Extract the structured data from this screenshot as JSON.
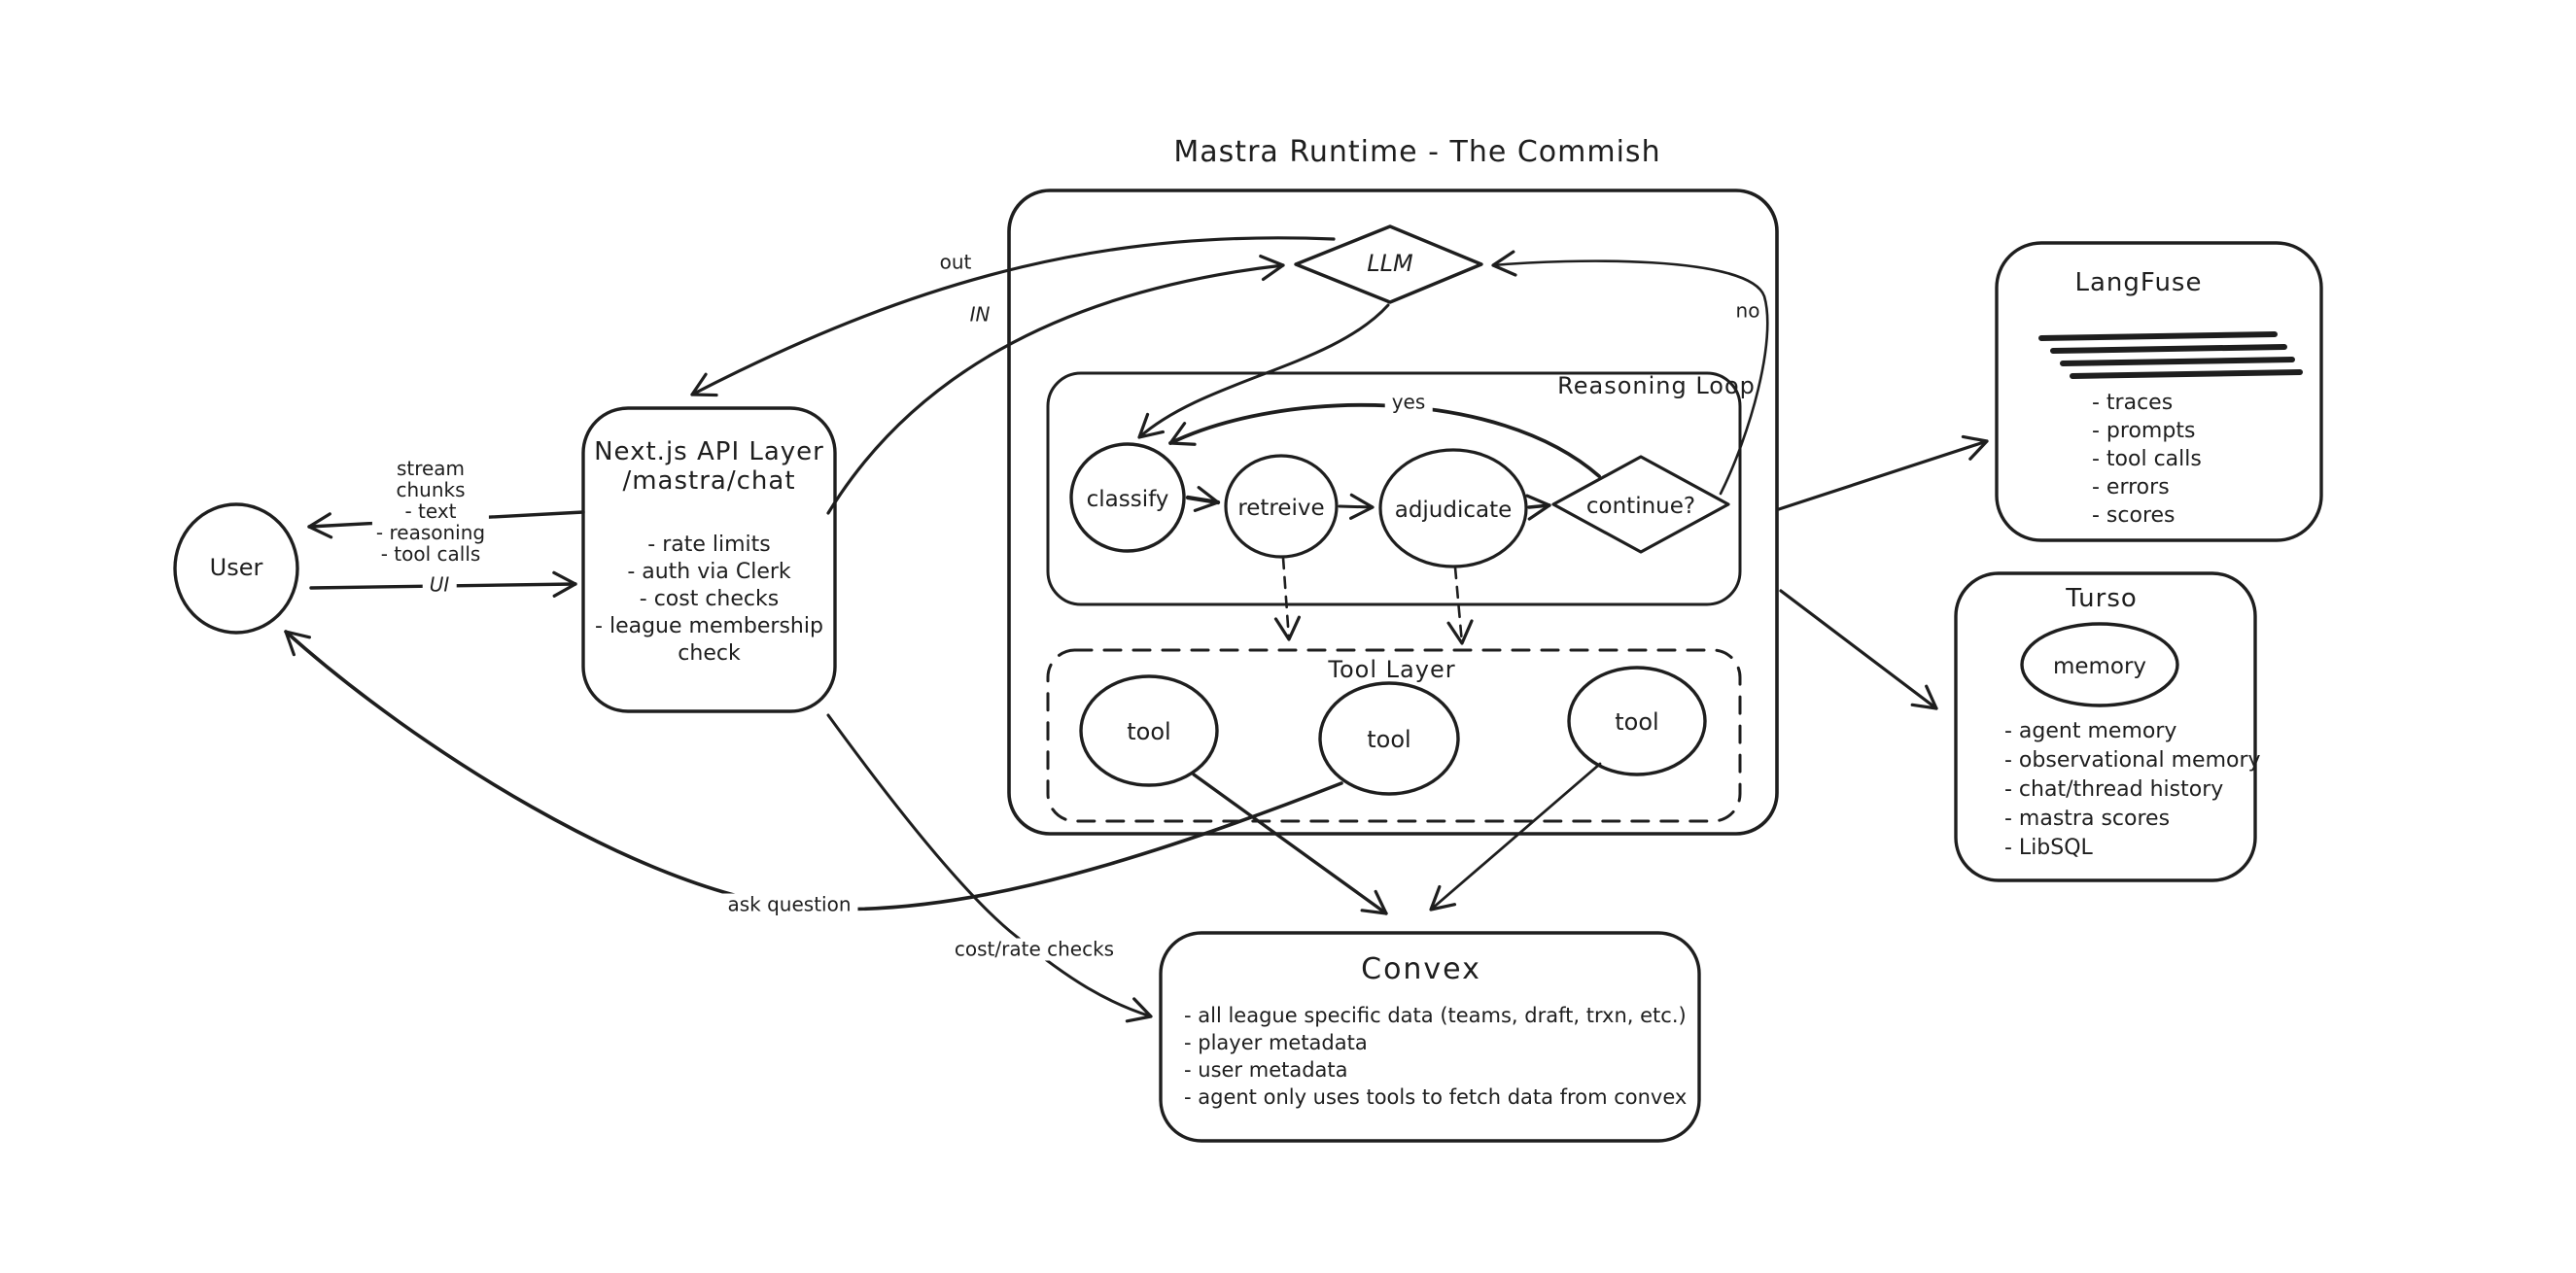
{
  "colors": {
    "ink": "#1e1e1e",
    "background": "#ffffff"
  },
  "title": "Mastra Runtime - The Commish",
  "user": {
    "label": "User"
  },
  "nextjs": {
    "title_line1": "Next.js API Layer",
    "title_line2": "/mastra/chat",
    "items": [
      "- rate limits",
      "- auth via Clerk",
      "- cost checks",
      "- league membership",
      "check"
    ]
  },
  "runtime": {
    "llm": "LLM",
    "reasoning_loop": {
      "label": "Reasoning Loop",
      "stages": {
        "classify": "classify",
        "retreive": "retreive",
        "adjudicate": "adjudicate",
        "continue": "continue?"
      }
    },
    "tool_layer": {
      "label": "Tool Layer",
      "tools": [
        "tool",
        "tool",
        "tool"
      ]
    }
  },
  "langfuse": {
    "title": "LangFuse",
    "items": [
      "- traces",
      "- prompts",
      "- tool calls",
      "- errors",
      "- scores"
    ]
  },
  "turso": {
    "title": "Turso",
    "memory": "memory",
    "items": [
      "- agent memory",
      "- observational memory",
      "- chat/thread history",
      "- mastra scores",
      "- LibSQL"
    ]
  },
  "convex": {
    "title": "Convex",
    "items": [
      "- all league specific data (teams, draft, trxn, etc.)",
      "- player metadata",
      "- user metadata",
      "- agent only uses tools to fetch data from convex"
    ]
  },
  "edges": {
    "out": "out",
    "in": "IN",
    "no": "no",
    "yes": "yes",
    "ui": "UI",
    "ask_question": "ask question",
    "cost_rate_checks": "cost/rate checks",
    "stream": [
      "stream",
      "chunks",
      "- text",
      "- reasoning",
      "- tool calls"
    ]
  }
}
